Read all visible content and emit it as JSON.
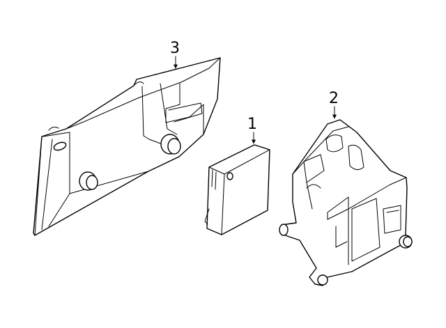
{
  "diagram": {
    "callouts": [
      {
        "id": "part-1",
        "label": "1"
      },
      {
        "id": "part-2",
        "label": "2"
      },
      {
        "id": "part-3",
        "label": "3"
      }
    ],
    "colors": {
      "line": "#000000",
      "fill": "#ffffff",
      "background": "#ffffff"
    }
  }
}
